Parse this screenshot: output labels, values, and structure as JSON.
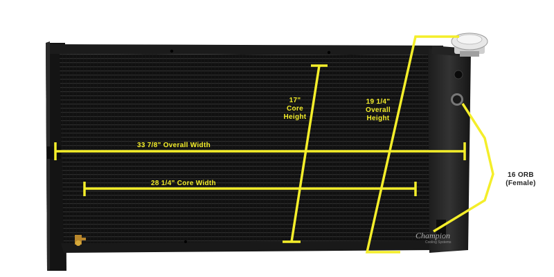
{
  "annotations": {
    "overall_width": "33 7/8\" Overall Width",
    "core_width": "28 1/4\" Core Width",
    "core_height": [
      "17\"",
      "Core",
      "Height"
    ],
    "overall_height": [
      "19 1/4\"",
      "Overall",
      "Height"
    ],
    "orb": [
      "16 ORB",
      "(Female)"
    ]
  },
  "watermark": {
    "brand": "Champion",
    "tagline": "Cooling Systems"
  },
  "colors": {
    "annotation": "#f4ee2a",
    "radiator": "#111111",
    "background": "#ffffff"
  }
}
